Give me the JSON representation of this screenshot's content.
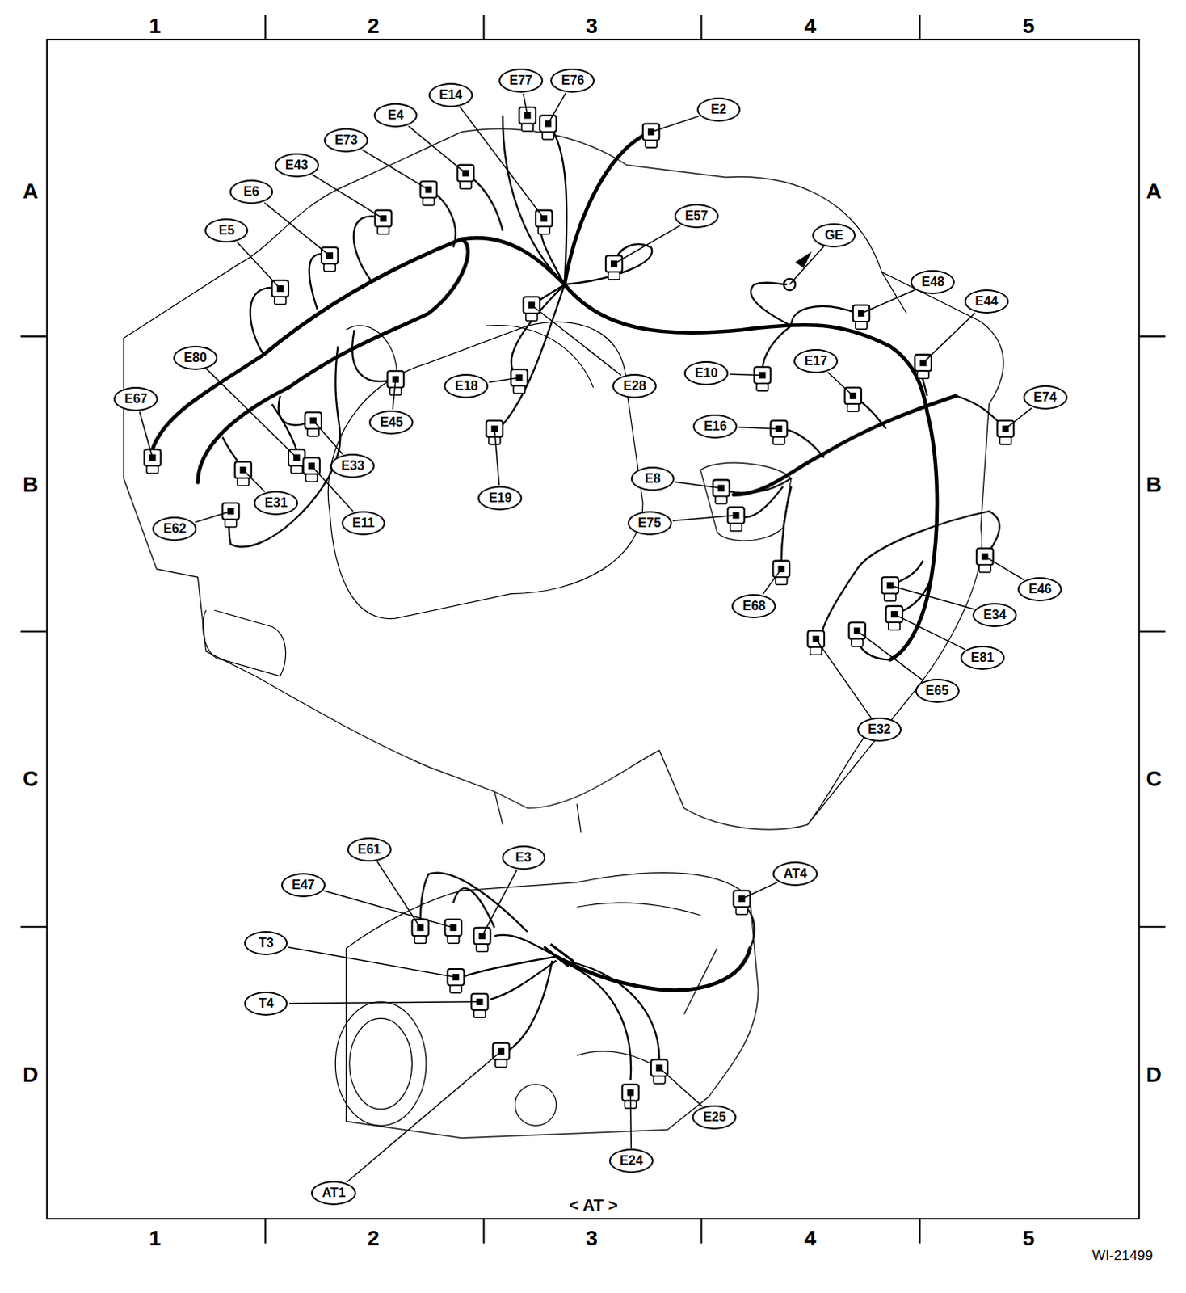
{
  "diagram": {
    "nodes": [
      {
        "text": [
          "E77"
        ]
      },
      {
        "text": [
          "E76"
        ]
      },
      {
        "text": [
          "E14"
        ]
      },
      {
        "text": [
          "E2"
        ]
      },
      {
        "text": [
          "E4"
        ]
      },
      {
        "text": [
          "E73"
        ]
      },
      {
        "text": [
          "E43"
        ]
      },
      {
        "text": [
          "E6"
        ]
      },
      {
        "text": [
          "E5"
        ]
      },
      {
        "text": [
          "E57"
        ]
      },
      {
        "text": [
          "GE"
        ]
      },
      {
        "text": [
          "E48"
        ]
      },
      {
        "text": [
          "E44"
        ]
      },
      {
        "text": [
          "E28"
        ]
      },
      {
        "text": [
          "E10"
        ]
      },
      {
        "text": [
          "E17"
        ]
      },
      {
        "text": [
          "E80"
        ]
      },
      {
        "text": [
          "E18"
        ]
      },
      {
        "text": [
          "E45"
        ]
      },
      {
        "text": [
          "E67"
        ]
      },
      {
        "text": [
          "E74"
        ]
      },
      {
        "text": [
          "E16"
        ]
      },
      {
        "text": [
          "E33"
        ]
      },
      {
        "text": [
          "E31"
        ]
      },
      {
        "text": [
          "E19"
        ]
      },
      {
        "text": [
          "E11"
        ]
      },
      {
        "text": [
          "E8"
        ]
      },
      {
        "text": [
          "E75"
        ]
      },
      {
        "text": [
          "E62"
        ]
      },
      {
        "text": [
          "E68"
        ]
      },
      {
        "text": [
          "E46"
        ]
      },
      {
        "text": [
          "E34"
        ]
      },
      {
        "text": [
          "E81"
        ]
      },
      {
        "text": [
          "E65"
        ]
      },
      {
        "text": [
          "E32"
        ]
      },
      {
        "text": [
          "E61"
        ]
      },
      {
        "text": [
          "E3"
        ]
      },
      {
        "text": [
          "AT4"
        ]
      },
      {
        "text": [
          "E47"
        ]
      },
      {
        "text": [
          "T3"
        ]
      },
      {
        "text": [
          "T4"
        ]
      },
      {
        "text": [
          "E25"
        ]
      },
      {
        "text": [
          "E24"
        ]
      },
      {
        "text": [
          "AT1"
        ]
      }
    ],
    "labels": [
      "1",
      "2",
      "3",
      "4",
      "5",
      "A",
      "B",
      "C",
      "D",
      "A",
      "B",
      "C",
      "D",
      "1",
      "2",
      "3",
      "4",
      "5",
      "< AT >",
      "WI-21499"
    ]
  }
}
